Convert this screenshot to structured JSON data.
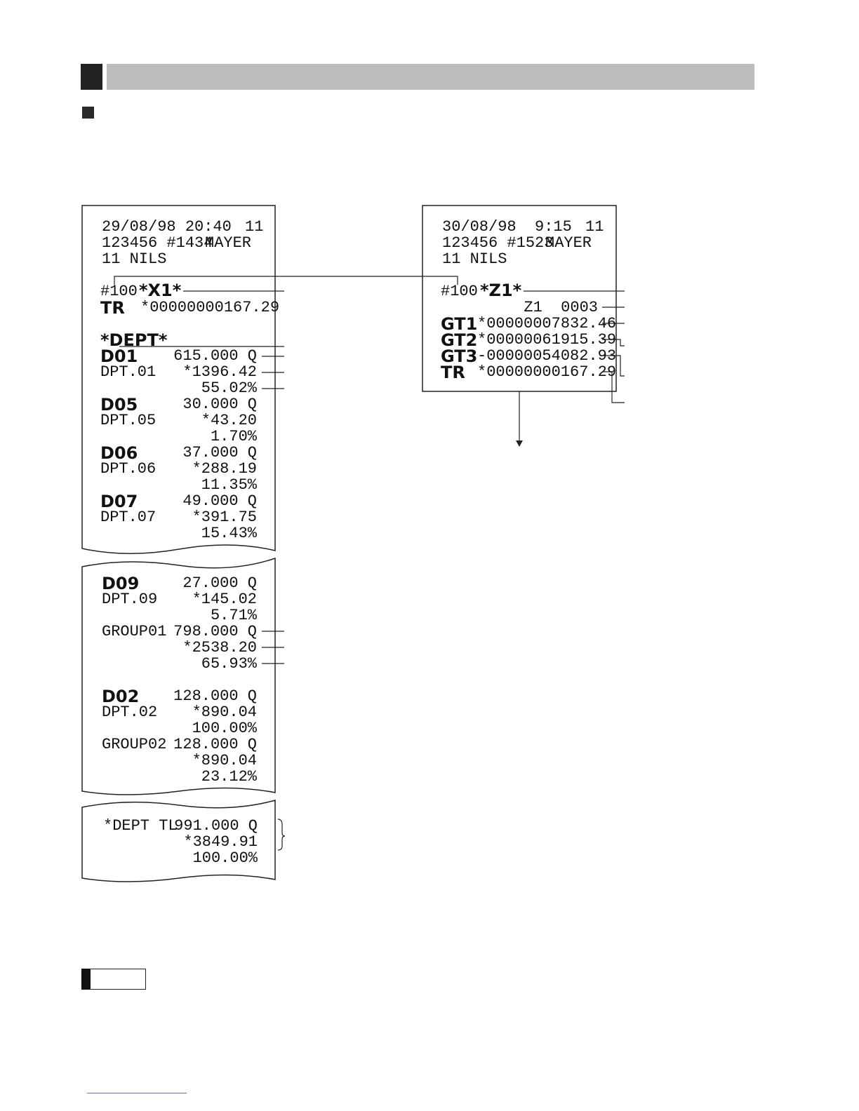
{
  "x_report": {
    "header": [
      "29/08/98 20:40",
      "11",
      "123456 #1434",
      "MAYER",
      "11 NILS"
    ],
    "report_no": "#100",
    "report_type": "*X1*",
    "tr_label": "TR",
    "tr_value": "*00000000167.29",
    "dept_heading": "*DEPT*",
    "depts": [
      {
        "code": "D01",
        "name": "DPT.01",
        "qty": "615.000 Q",
        "amount": "*1396.42",
        "pct": "55.02%"
      },
      {
        "code": "D05",
        "name": "DPT.05",
        "qty": "30.000 Q",
        "amount": "*43.20",
        "pct": "1.70%"
      },
      {
        "code": "D06",
        "name": "DPT.06",
        "qty": "37.000 Q",
        "amount": "*288.19",
        "pct": "11.35%"
      },
      {
        "code": "D07",
        "name": "DPT.07",
        "qty": "49.000 Q",
        "amount": "*391.75",
        "pct": "15.43%"
      }
    ],
    "part2": {
      "d09": {
        "code": "D09",
        "name": "DPT.09",
        "qty": "27.000 Q",
        "amount": "*145.02",
        "pct": "5.71%"
      },
      "group01": {
        "label": "GROUP01",
        "qty": "798.000 Q",
        "amount": "*2538.20",
        "pct": "65.93%"
      },
      "d02": {
        "code": "D02",
        "name": "DPT.02",
        "qty": "128.000 Q",
        "amount": "*890.04",
        "pct": "100.00%"
      },
      "group02": {
        "label": "GROUP02",
        "qty": "128.000 Q",
        "amount": "*890.04",
        "pct": "23.12%"
      }
    },
    "total": {
      "label": "*DEPT TL",
      "qty": "991.000 Q",
      "amount": "*3849.91",
      "pct": "100.00%"
    }
  },
  "z_report": {
    "header": [
      "30/08/98  9:15",
      "11",
      "123456 #1523",
      "MAYER",
      "11 NILS"
    ],
    "report_no": "#100",
    "report_type": "*Z1*",
    "z_counter": "Z1  0003",
    "gt1_label": "GT1",
    "gt1_value": "*00000007832.46",
    "gt2_label": "GT2",
    "gt2_value": "*00000061915.39",
    "gt3_label": "GT3",
    "gt3_value": "-00000054082.93",
    "tr_label": "TR",
    "tr_value": "*00000000167.29"
  }
}
